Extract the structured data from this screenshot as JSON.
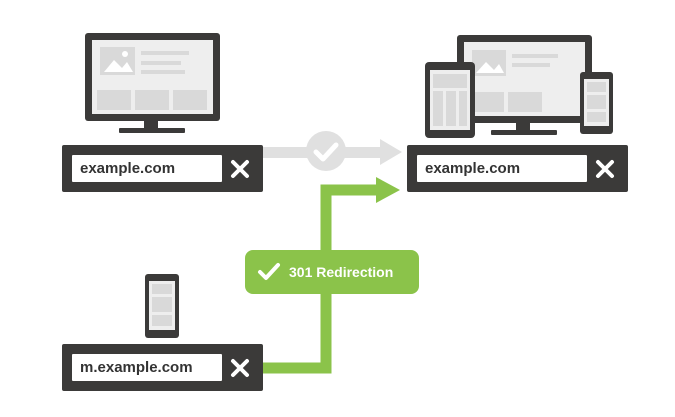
{
  "left_top_bar": {
    "url": "example.com"
  },
  "right_top_bar": {
    "url": "example.com"
  },
  "bottom_bar": {
    "url": "m.example.com"
  },
  "redirect_badge": {
    "label": "301 Redirection"
  },
  "colors": {
    "bar": "#3b3a39",
    "device_frame": "#3b3a39",
    "screen_fill": "#eeeeee",
    "gray_arrow": "#e0e0e0",
    "green": "#8bc34a"
  },
  "icons": [
    "desktop-monitor-icon",
    "tablet-icon",
    "phone-icon",
    "check-icon",
    "close-icon",
    "arrow-icon"
  ]
}
